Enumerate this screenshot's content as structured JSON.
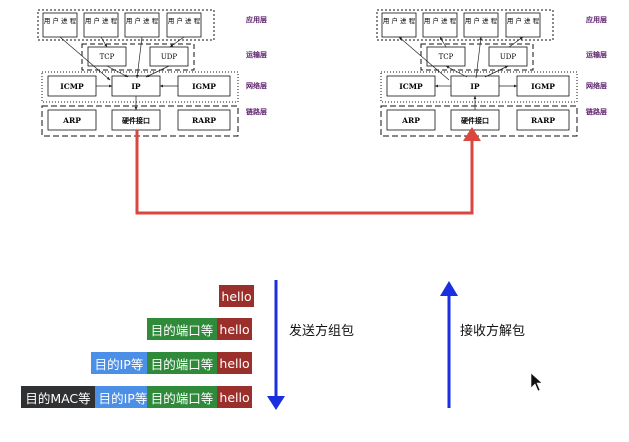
{
  "stacks": {
    "layer_labels": {
      "app": "应用层",
      "transport": "运输层",
      "network": "网络层",
      "link": "链路层"
    },
    "user_process": "用 户 进 程",
    "tcp": "TCP",
    "udp": "UDP",
    "icmp": "ICMP",
    "ip": "IP",
    "igmp": "IGMP",
    "arp": "ARP",
    "hw_interface": "硬件接口",
    "rarp": "RARP"
  },
  "packets": {
    "hello": "hello",
    "port_header": "目的端口等",
    "ip_header": "目的IP等",
    "mac_header": "目的MAC等"
  },
  "labels": {
    "send": "发送方组包",
    "receive": "接收方解包"
  },
  "colors": {
    "hello": "#9b2f2b",
    "port_header": "#2f8a3a",
    "ip_header": "#4b8fe6",
    "mac_header": "#2f3133",
    "transfer_line": "#d9473f",
    "arrows": "#1a2fe0",
    "layer_label_text": "#5a1f6a"
  }
}
